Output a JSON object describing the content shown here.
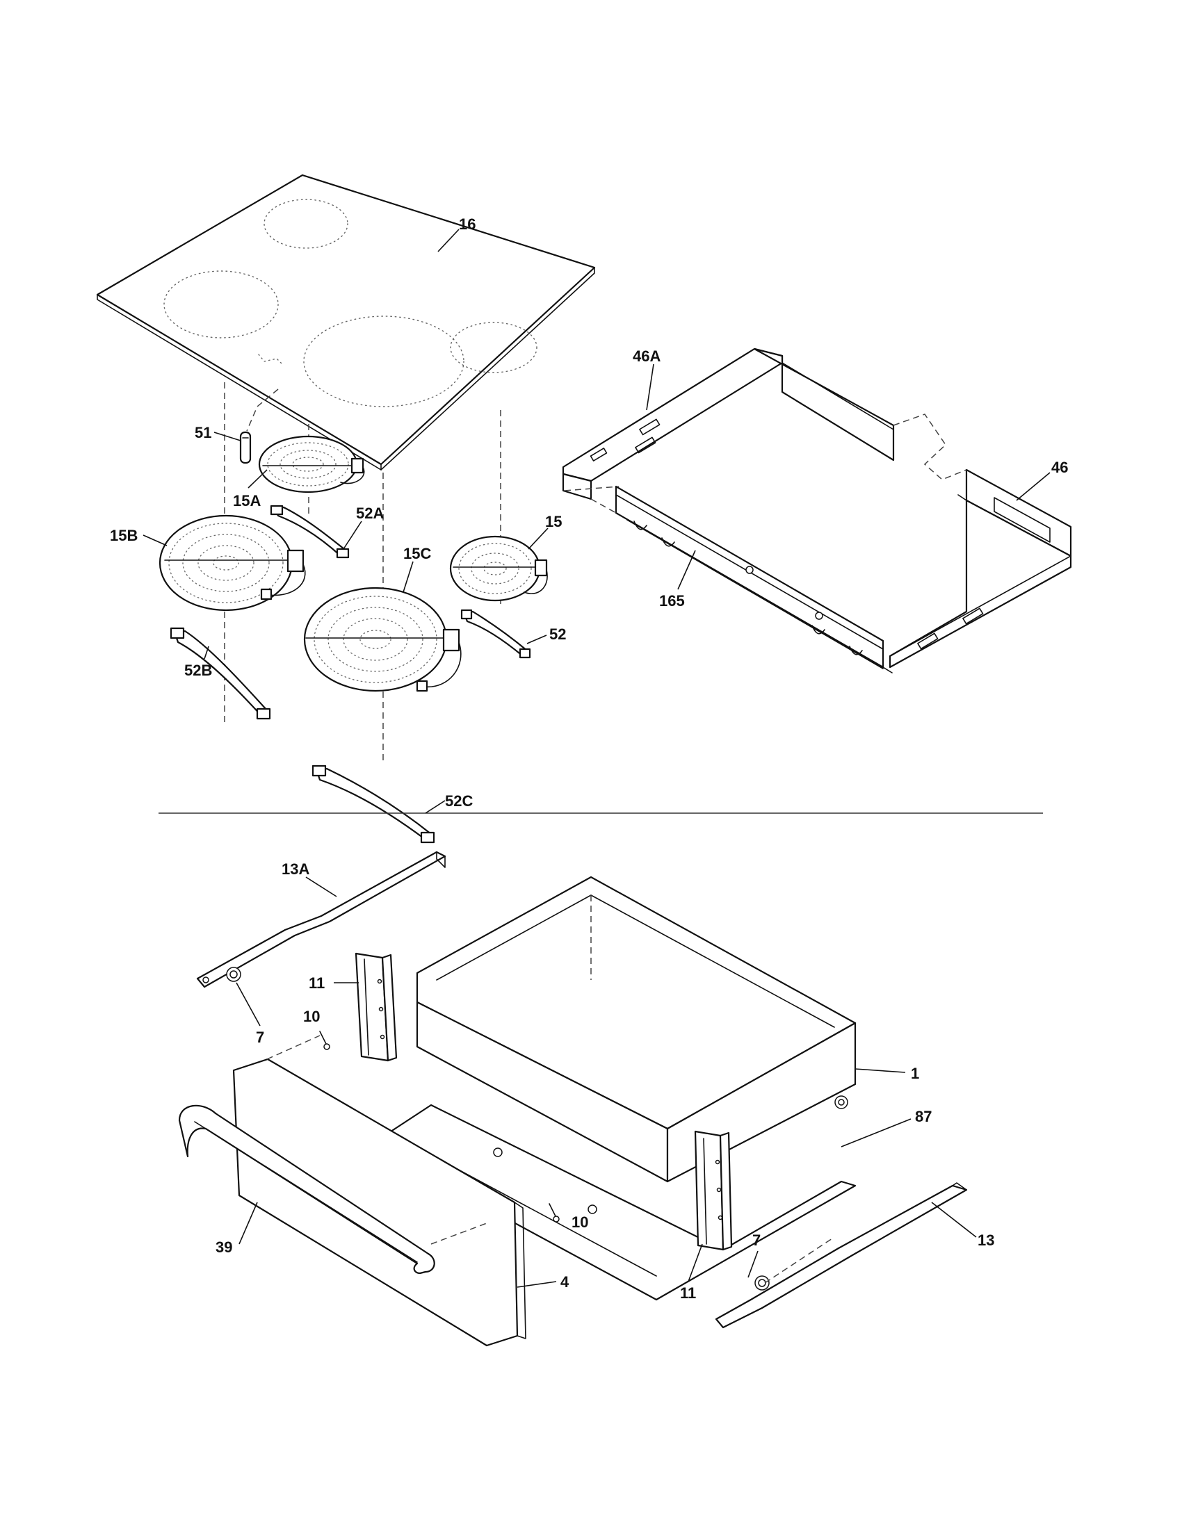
{
  "labels": {
    "cooktop_glass": "16",
    "frame_front": "46A",
    "frame_rear": "46",
    "frame_bracket": "165",
    "sensor": "51",
    "element_rear_left": "15A",
    "strap_rear_left": "52A",
    "element_front_left": "15B",
    "strap_front_left": "52B",
    "element_center": "15C",
    "strap_center": "52C",
    "element_right": "15",
    "strap_right": "52",
    "slide_left": "13A",
    "slide_right": "13",
    "roller_left": "7",
    "roller_right": "7",
    "bracket_left": "11",
    "bracket_right": "11",
    "screw_left": "10",
    "screw_right": "10",
    "drawer_box": "1",
    "drawer_bottom": "87",
    "handle": "39",
    "drawer_front": "4"
  }
}
